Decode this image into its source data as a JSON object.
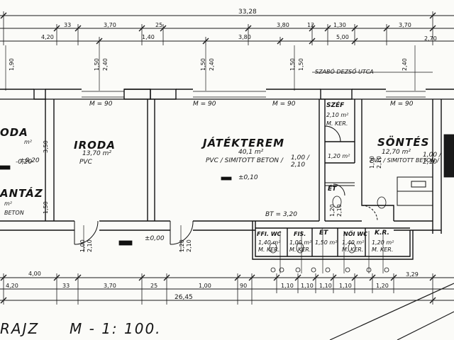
{
  "drawing": {
    "scale_label": "M - 1: 100.",
    "title_fragment": "RAJZ",
    "overall_dim_top": "33,28",
    "overall_dim_bottom": "26,45",
    "level_mark_1": "±0,00",
    "level_mark_2": "±0,10",
    "level_mark_3": "±0,20",
    "wall_note": "SZABÓ DEZSŐ UTCA"
  },
  "rooms": {
    "left_partial": {
      "name": "ODA",
      "area": "m²",
      "note": "-0,20"
    },
    "left_lower": {
      "name": "ANTÁZ",
      "area": "m²",
      "floor": "BETON"
    },
    "iroda": {
      "name": "IRODA",
      "area": "13,70 m²",
      "floor": "PVC",
      "window": "M = 90"
    },
    "jatekterem": {
      "name": "JÁTÉKTEREM",
      "area": "40,1 m²",
      "floor": "PVC / SIMITOTT BETON /",
      "dims": "1,00 / 2,10",
      "window": "M = 90",
      "window_2": "M = 90",
      "bottom_note": "BT = 3,20"
    },
    "sz": {
      "name": "SZÉF",
      "area": "2,10 m²",
      "floor": "M. KER."
    },
    "sontes": {
      "name": "SÖNTÉS",
      "area": "12,70 m²",
      "floor": "PVC / SIMITOTT BETON /",
      "dims": "1,00 / 2,10",
      "window": "M = 90"
    },
    "et_mid": {
      "name": "ÉT",
      "area": "1,20 m²"
    },
    "ffi_wc": {
      "name": "FFI. WC",
      "area": "1,40 m²",
      "floor": "M. KER."
    },
    "fis": {
      "name": "FIS.",
      "area": "1,00 m²",
      "floor": "M. KER."
    },
    "et_small": {
      "name": "ÉT",
      "area": "1,50 m²"
    },
    "noi_wc": {
      "name": "NŐI WC",
      "area": "1,40 m²",
      "floor": "M. KER."
    },
    "kr": {
      "name": "K.R.",
      "area": "1,20 m²",
      "floor": "M. KER."
    }
  },
  "dimensions_top_row": [
    "33",
    "3,70",
    "25",
    "3,80",
    "12",
    "1,30",
    "3,70"
  ],
  "dimensions_top_row2": [
    "4,20",
    "1,40",
    "3,80",
    "5,00",
    "2,70"
  ],
  "dimensions_bottom_row": [
    "4,00",
    "33",
    "3,70",
    "25",
    "1,00",
    "90",
    "1,10",
    "1,10",
    "1,10",
    "1,10",
    "1,20",
    "3,29"
  ],
  "dimensions_bottom_row2": [
    "4,20"
  ],
  "dimensions_vertical": [
    "1,90",
    "1,50",
    "2,40",
    "1,50",
    "2,40",
    "1,50",
    "1,50",
    "2,40",
    "3,50",
    "1,50"
  ],
  "dimensions_door": [
    "1,00",
    "2,10",
    "1,20",
    "2,10",
    "1,00",
    "2,10",
    "1,20",
    "2,10"
  ]
}
